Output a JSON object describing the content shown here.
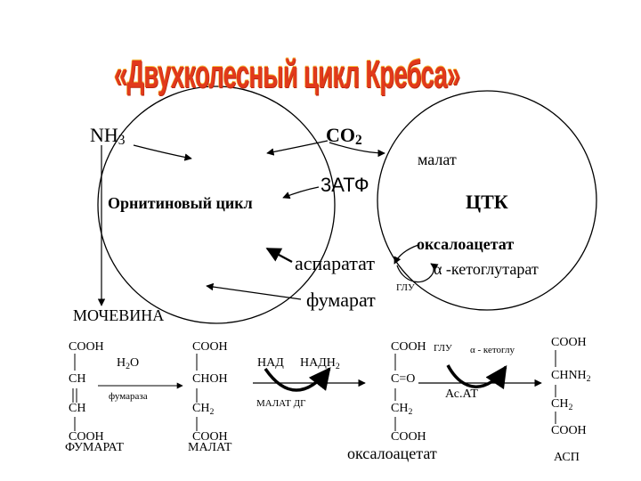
{
  "title": "«Двухколесный цикл Кребса»",
  "top": {
    "nh3": "NH3",
    "co2": "CO2",
    "malat": "малат",
    "atf": "3АТФ",
    "ornithine_cycle": "Орнитиновый цикл",
    "tca": "ЦТК",
    "oxaloacetate": "оксалоацетат",
    "aspartate": "аспаратат",
    "akg": "α -кетоглутарат",
    "glu": "ГЛУ",
    "fumarate": "фумарат",
    "urea": "МОЧЕВИНА"
  },
  "bottom": {
    "fumarat_col": {
      "c1": "COOH",
      "c2": "CH",
      "c3": "CH",
      "c4": "COOH",
      "name": "ФУМАРАТ"
    },
    "h2o": "H2O",
    "fumarase": "фумараза",
    "malat_col": {
      "c1": "COOH",
      "c2": "CHOH",
      "c3": "CH2",
      "c4": "COOH",
      "name": "МАЛАТ"
    },
    "nad": "НАД",
    "nadh2": "НАДН2",
    "malat_dg": "МАЛАТ ДГ",
    "oxalo_col": {
      "c1": "COOH",
      "c2": "C=O",
      "c3": "CH2",
      "c4": "COOH",
      "name": "оксалоацетат"
    },
    "glu": "ГЛУ",
    "akg": "α - кетоглу",
    "asat": "Ас.АТ",
    "asp_col": {
      "c1": "COOH",
      "c2": "CHNH2",
      "c3": "CH2",
      "c4": "COOH",
      "name": "АСП"
    }
  }
}
